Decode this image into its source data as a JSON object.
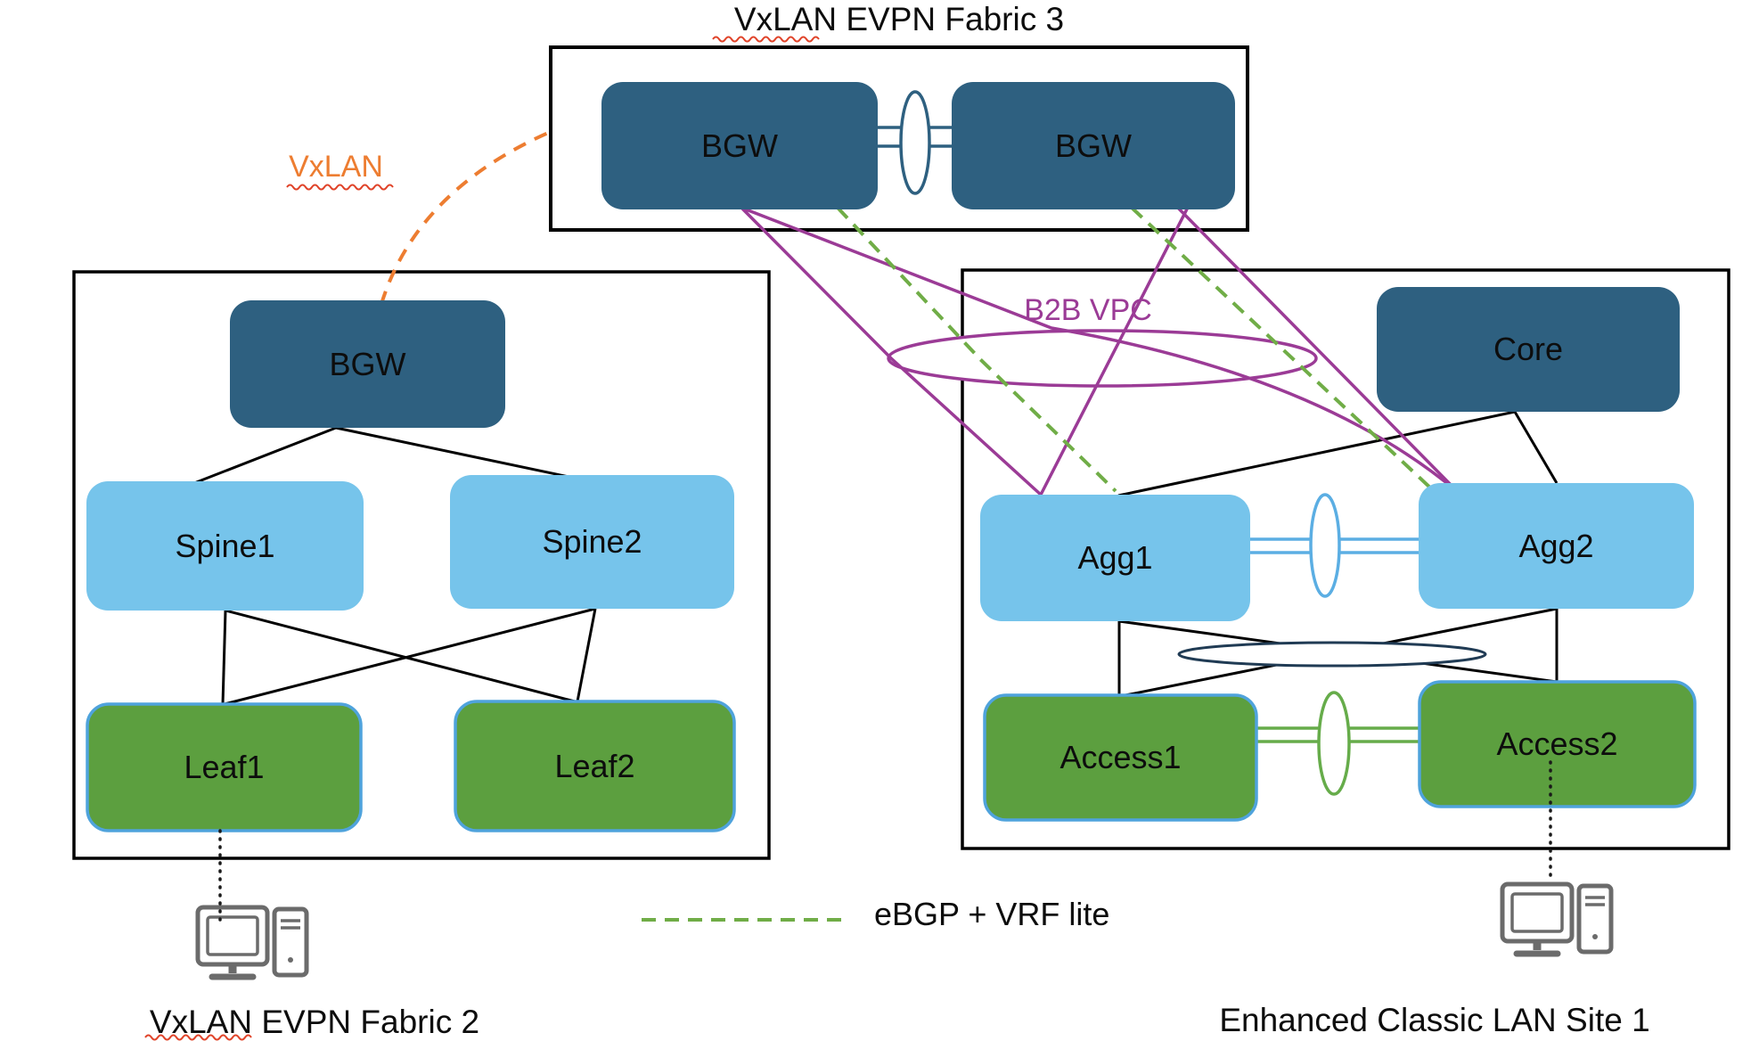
{
  "titles": {
    "fabric3": "VxLAN EVPN Fabric 3",
    "fabric2": "VxLAN EVPN Fabric 2",
    "site1": "Enhanced Classic LAN Site 1"
  },
  "annotations": {
    "vxlan_link": "VxLAN",
    "b2b_vpc": "B2B VPC",
    "legend_ebgp": "eBGP + VRF lite"
  },
  "nodes": {
    "f3_bgw_left": "BGW",
    "f3_bgw_right": "BGW",
    "f2_bgw": "BGW",
    "spine1": "Spine1",
    "spine2": "Spine2",
    "leaf1": "Leaf1",
    "leaf2": "Leaf2",
    "core": "Core",
    "agg1": "Agg1",
    "agg2": "Agg2",
    "access1": "Access1",
    "access2": "Access2"
  },
  "icons": {
    "left_host": "desktop-pc-icon",
    "right_host": "desktop-pc-icon"
  },
  "colors": {
    "node_dark_blue": "#2E6080",
    "node_light_blue": "#76C4EB",
    "node_green": "#5C9F3F",
    "green_node_border": "#4FA3DC",
    "purple": "#9B3B96",
    "orange": "#ED7D31",
    "dashed_green": "#70AD47",
    "navy_ellipse": "#203B54",
    "agg_vpc_blue": "#5BAEE3",
    "access_vpc_green": "#66AC4A",
    "black_line": "#000000",
    "squiggle_red": "#E0442A",
    "icon_gray": "#6B6B6B"
  }
}
